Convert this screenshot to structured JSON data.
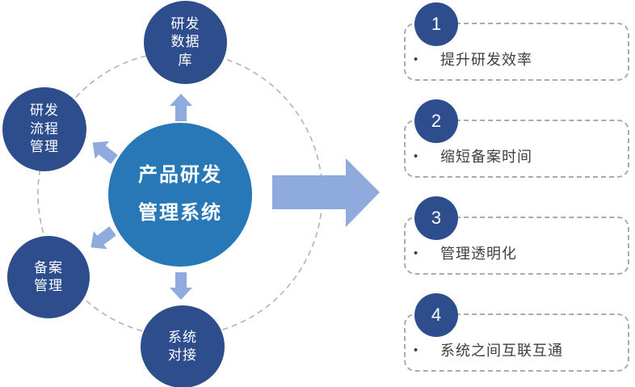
{
  "diagram": {
    "center_circle": {
      "lines": [
        "产品研发",
        "管理系统"
      ]
    },
    "satellite_nodes": [
      {
        "position": "top",
        "lines": [
          "研发",
          "数据",
          "库"
        ]
      },
      {
        "position": "upper-left",
        "lines": [
          "研发",
          "流程",
          "管理"
        ]
      },
      {
        "position": "lower-left",
        "lines": [
          "备案",
          "管理"
        ]
      },
      {
        "position": "bottom",
        "lines": [
          "系统",
          "对接"
        ]
      }
    ]
  },
  "benefits": {
    "bullet": "•",
    "items": [
      {
        "number": "1",
        "text": "提升研发效率"
      },
      {
        "number": "2",
        "text": "缩短备案时间"
      },
      {
        "number": "3",
        "text": "管理透明化"
      },
      {
        "number": "4",
        "text": "系统之间互联互通"
      }
    ]
  },
  "colors": {
    "center_circle": "#2878B8",
    "satellite_circle": "#2E4D8C",
    "arrow": "#8FAADC",
    "dashed_stroke": "#ABABAB",
    "benefit_text": "#3F3F3F",
    "background": "#FFFFFF"
  }
}
